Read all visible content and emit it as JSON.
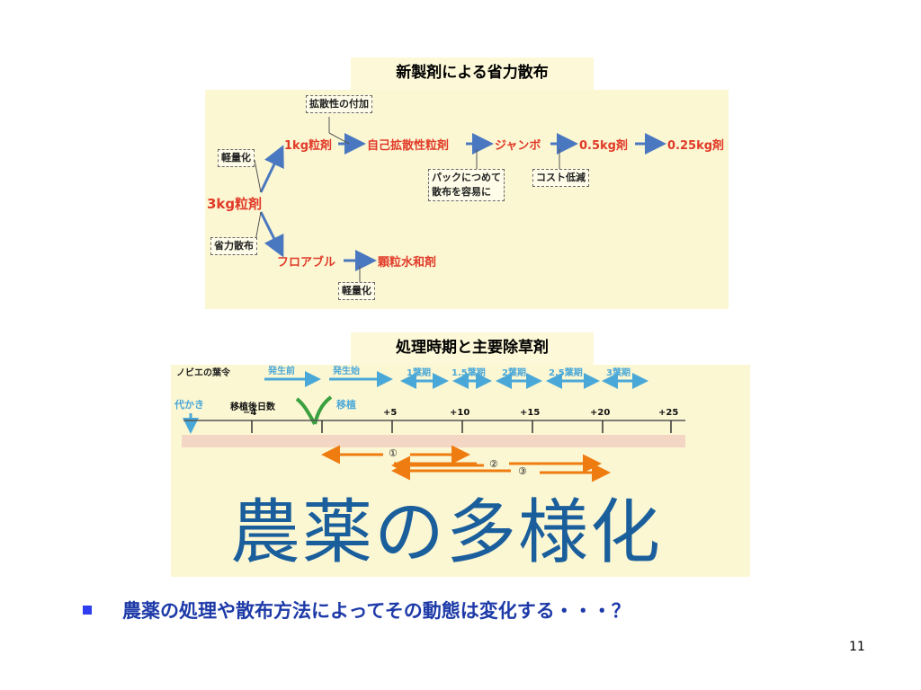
{
  "slide": {
    "title1": "新製剤による省力散布",
    "title2": "処理時期と主要除草剤",
    "bullet": "農薬の処理や散布方法によってその動態は変化する・・・？",
    "page_number": "11"
  },
  "diagram1": {
    "box_diffusion": "拡散性の付加",
    "box_light1": "軽量化",
    "box_labor": "省力散布",
    "box_pack_line1": "パックにつめて",
    "box_pack_line2": "散布を容易に",
    "box_cost": "コスト低減",
    "box_light2": "軽量化",
    "n_3kg": "3kg粒剤",
    "n_1kg": "1kg粒剤",
    "n_self": "自己拡散性粒剤",
    "n_jumbo": "ジャンボ",
    "n_05": "0.5kg剤",
    "n_025": "0.25kg剤",
    "n_flow": "フロアブル",
    "n_granule": "顆粒水和剤"
  },
  "diagram2": {
    "leaf_stage": "ノビエの葉令",
    "pre_emergence": "発生前",
    "emergence_start": "発生始",
    "stages": [
      "1葉期",
      "1.5葉期",
      "2葉期",
      "2.5葉期",
      "3葉期"
    ],
    "daikaki": "代かき",
    "days_after": "移植後日数",
    "transplant": "移植",
    "ticks": [
      "−4",
      "+5",
      "+10",
      "+15",
      "+20",
      "+25"
    ],
    "arrow_labels": [
      "①",
      "②",
      "③"
    ],
    "overlay": "農薬の多様化"
  },
  "colors": {
    "panel": "#fcf7d3",
    "red": "#e03a28",
    "blue_arrow": "#4a78c0",
    "cyan": "#4aa8d8",
    "orange": "#ee7c10",
    "overlay_text": "#1a5f9c",
    "bullet_text": "#1d3aa8"
  }
}
